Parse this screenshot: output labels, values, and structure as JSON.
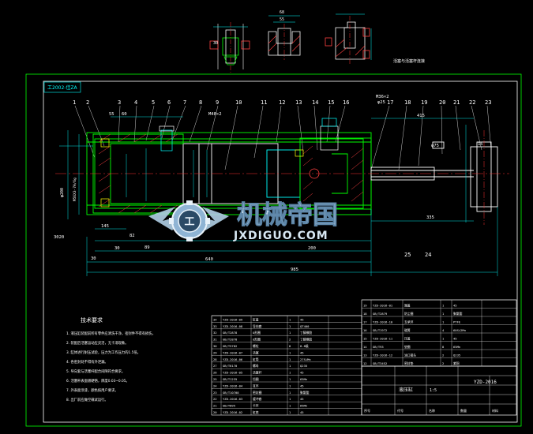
{
  "drawing": {
    "title_tag": "工2002-佳ZA",
    "detail_caption": "活塞与活塞杆连接",
    "dimensions": {
      "d68": "68",
      "d55": "55",
      "d30": "30",
      "d60": "60",
      "d89": "89",
      "d640": "640",
      "d985": "985",
      "d415": "415",
      "d335": "335",
      "d200": "200",
      "d15": "15",
      "d82": "82",
      "d3020": "3020",
      "d145": "145",
      "phi200": "φ200",
      "phi75": "φ75",
      "m36": "M36×2",
      "m48": "M48×2",
      "phi25": "φ25",
      "ratio": "M56X3-7H/6g"
    },
    "part_numbers": [
      "1",
      "2",
      "3",
      "4",
      "5",
      "6",
      "7",
      "8",
      "9",
      "10",
      "11",
      "12",
      "13",
      "14",
      "15",
      "16",
      "17",
      "18",
      "19",
      "20",
      "21",
      "22",
      "23",
      "24",
      "25"
    ],
    "tech_requirements": {
      "heading": "技术要求",
      "items": [
        "1. 液压缸装配前所有零件应清洗干净，密封件不得有损伤。",
        "2. 装配后活塞运动应灵活，无卡滞现象。",
        "3. 缸体进行耐压试验，压力为工作压力的1.5倍。",
        "4. 各密封处不得有外泄漏。",
        "5. 导向套与活塞杆配合间隙符合要求。",
        "6. 活塞杆表面镀硬铬，厚度0.03~0.05。",
        "7. 外表面涂漆，颜色按用户要求。",
        "8. 出厂前应做空载试运行。"
      ]
    },
    "bom_left": [
      [
        "34",
        "YZD-2016-09",
        "缸盖",
        "1",
        "45",
        ""
      ],
      [
        "33",
        "YZD-2016-08",
        "导向套",
        "1",
        "QT400",
        ""
      ],
      [
        "32",
        "GB/T2878",
        "O形圈",
        "1",
        "丁腈橡胶",
        ""
      ],
      [
        "31",
        "GB/T2878",
        "O形圈",
        "2",
        "丁腈橡胶",
        ""
      ],
      [
        "30",
        "GB/T5782",
        "螺栓",
        "8",
        "8.8级",
        ""
      ],
      [
        "29",
        "YZD-2016-07",
        "活塞",
        "1",
        "45",
        ""
      ],
      [
        "28",
        "YZD-2016-06",
        "缸筒",
        "1",
        "27SiMn",
        ""
      ],
      [
        "27",
        "GB/T6170",
        "螺母",
        "1",
        "Q235",
        ""
      ],
      [
        "26",
        "YZD-2016-05",
        "活塞杆",
        "1",
        "45",
        ""
      ],
      [
        "25",
        "GB/T1235",
        "挡圈",
        "1",
        "65Mn",
        ""
      ],
      [
        "24",
        "YZD-2016-04",
        "耳环",
        "1",
        "45",
        ""
      ],
      [
        "23",
        "GB/T10708",
        "密封圈",
        "1",
        "聚氨酯",
        ""
      ],
      [
        "22",
        "YZD-2016-03",
        "缓冲套",
        "1",
        "45",
        ""
      ],
      [
        "21",
        "GB/T895",
        "卡环",
        "1",
        "65Mn",
        ""
      ],
      [
        "20",
        "YZD-2016-02",
        "缸底",
        "1",
        "45",
        ""
      ]
    ],
    "bom_right": [
      [
        "19",
        "YZD-2016-01",
        "端盖",
        "1",
        "45",
        ""
      ],
      [
        "18",
        "GB/T2879",
        "防尘圈",
        "1",
        "聚氨酯",
        ""
      ],
      [
        "17",
        "YZD-2016-10",
        "支承环",
        "1",
        "PTFE",
        ""
      ],
      [
        "16",
        "GB/T1972",
        "碟簧",
        "4",
        "60Si2Mn",
        ""
      ],
      [
        "15",
        "YZD-2016-11",
        "压盖",
        "1",
        "45",
        ""
      ],
      [
        "14",
        "GB/T93",
        "垫圈",
        "8",
        "65Mn",
        ""
      ],
      [
        "13",
        "YZD-2016-12",
        "油口接头",
        "2",
        "Q235",
        ""
      ],
      [
        "12",
        "GB/T3452",
        "密封垫",
        "2",
        "紫铜",
        ""
      ]
    ],
    "title_block": {
      "name": "液压缸",
      "scale": "1:5",
      "drawing_no": "YZD-2016",
      "header_left": "序号",
      "header_code": "代号",
      "header_name": "名称",
      "header_qty": "数量",
      "header_mat": "材料",
      "header_note": "备注"
    }
  },
  "watermark": {
    "cn": "机械帝国",
    "en": "JXDIGUO.COM"
  },
  "colors": {
    "background": "#000000",
    "frame": "#ffffff",
    "outline": "#00ff00",
    "dim": "#00ffff",
    "hatch": "#ff4040",
    "center": "#ff3030",
    "text": "#ffffff",
    "watermark": "#b0cfe6"
  }
}
